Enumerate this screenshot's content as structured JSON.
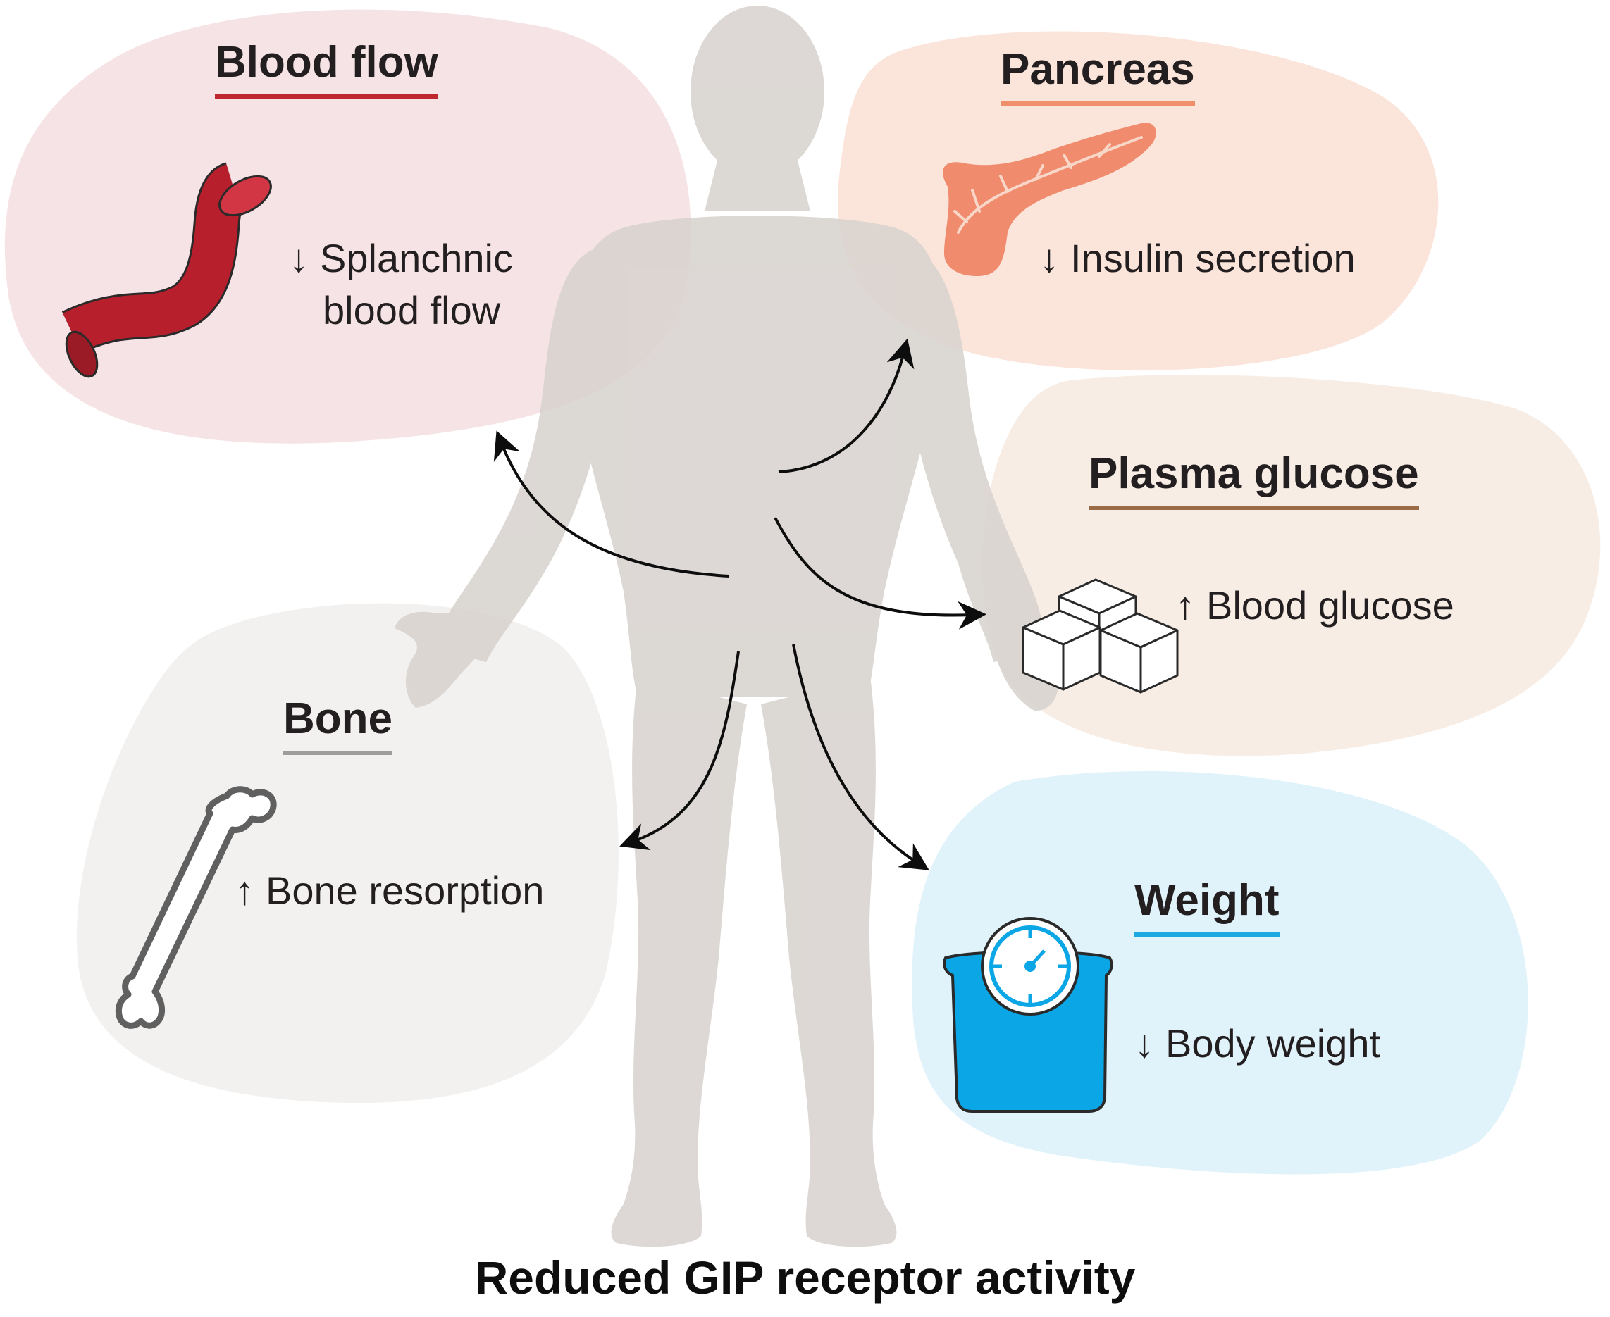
{
  "title": "Reduced GIP receptor activity",
  "colors": {
    "blood_bg": "#f6e3e5",
    "blood_rule": "#c0262e",
    "blood_vessel": "#b81f2c",
    "pancreas_bg": "#fbe4da",
    "pancreas_rule": "#ef8f6c",
    "pancreas_organ": "#f08b6e",
    "glucose_bg": "#f7ede5",
    "glucose_rule": "#9a6b45",
    "bone_bg": "#f2f1f0",
    "bone_rule": "#9d9d9d",
    "weight_bg": "#e0f3fb",
    "weight_rule": "#1ca9e2",
    "scale_body": "#0aa6e6",
    "silhouette": "#d8d3cf"
  },
  "panels": {
    "blood_flow": {
      "heading": "Blood flow",
      "arrow": "↓",
      "effect_line1": "Splanchnic",
      "effect_line2": "blood flow",
      "icon": "blood-vessel-icon"
    },
    "pancreas": {
      "heading": "Pancreas",
      "arrow": "↓",
      "effect": "Insulin secretion",
      "icon": "pancreas-icon"
    },
    "plasma_glucose": {
      "heading": "Plasma glucose",
      "arrow": "↑",
      "effect": "Blood glucose",
      "icon": "sugar-cubes-icon"
    },
    "bone": {
      "heading": "Bone",
      "arrow": "↑",
      "effect": "Bone resorption",
      "icon": "bone-icon"
    },
    "weight": {
      "heading": "Weight",
      "arrow": "↓",
      "effect": "Body weight",
      "icon": "weighing-scale-icon"
    }
  }
}
